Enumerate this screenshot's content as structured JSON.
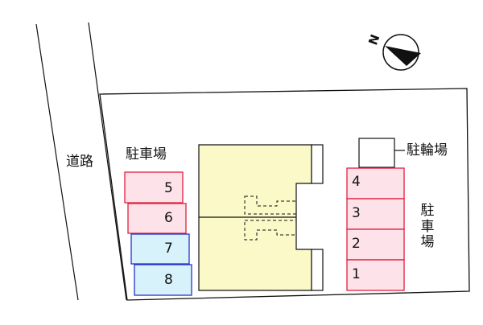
{
  "labels": {
    "road": "道路",
    "parking_left": "駐車場",
    "bicycle_parking": "駐輪場",
    "parking_right": [
      "駐",
      "車",
      "場"
    ],
    "north": "N"
  },
  "parking": {
    "left": [
      {
        "number": "5",
        "color": "#fde2ea",
        "border": "#e0203c"
      },
      {
        "number": "6",
        "color": "#fde2ea",
        "border": "#e0203c"
      },
      {
        "number": "7",
        "color": "#d8f2fb",
        "border": "#2733c9"
      },
      {
        "number": "8",
        "color": "#d8f2fb",
        "border": "#2733c9"
      }
    ],
    "right": [
      {
        "number": "4"
      },
      {
        "number": "3"
      },
      {
        "number": "2"
      },
      {
        "number": "1"
      }
    ],
    "right_color": "#fde2ea",
    "right_border": "#e0203c"
  },
  "colors": {
    "building_fill": "#fcf9c9",
    "outline": "#111111",
    "lot_fill": "#ffffff"
  }
}
